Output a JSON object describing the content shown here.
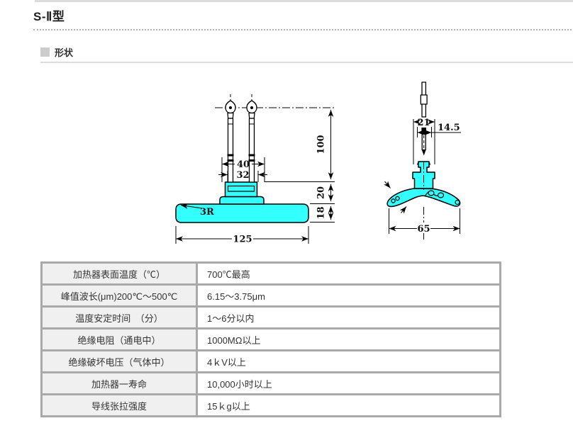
{
  "page": {
    "title": "S-Ⅱ型",
    "section_label": "形状"
  },
  "diagram": {
    "front_view": {
      "dim_height": "100",
      "dim_pitch_outer": "40",
      "dim_pitch_inner": "32",
      "dim_neck_height": "20",
      "dim_base_height": "18",
      "dim_base_width": "125",
      "dim_corner_radius": "3R"
    },
    "side_view": {
      "dim_top_width": "21",
      "dim_terminal_width": "14.5",
      "dim_span": "65"
    },
    "colors": {
      "heater_body": "#33FFFF"
    }
  },
  "spec_table": {
    "rows": [
      {
        "label": "加热器表面温度（℃）",
        "value": "700℃最高"
      },
      {
        "label": "峰值波长(μm)200℃～500℃",
        "value": "6.15～3.75μm"
      },
      {
        "label": "温度安定时间　（分）",
        "value": "1～6分以内"
      },
      {
        "label": "绝缘电阻（通电中）",
        "value": "1000MΩ以上"
      },
      {
        "label": "绝缘破坏电压（气体中）",
        "value": "4ｋV以上"
      },
      {
        "label": "加热器一寿命",
        "value": "10,000小时以上"
      },
      {
        "label": "导线张拉强度",
        "value": "15ｋg以上"
      }
    ]
  }
}
